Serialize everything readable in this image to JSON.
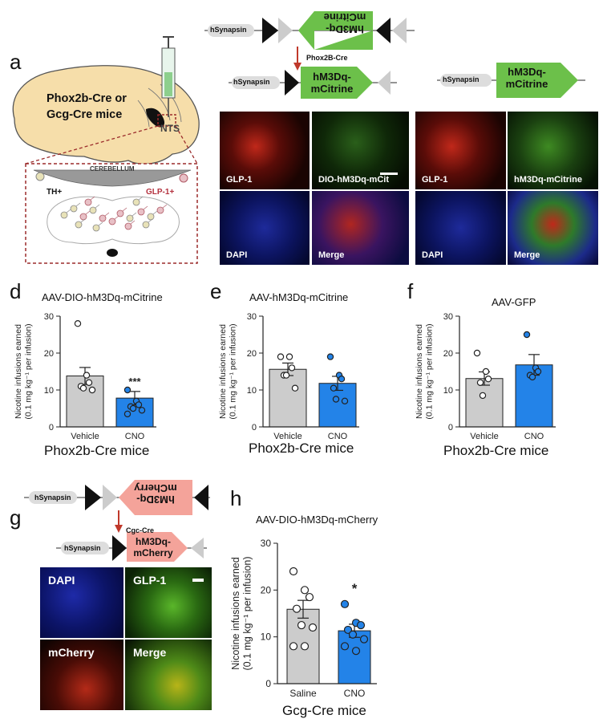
{
  "panels": {
    "a": "a",
    "d": "d",
    "e": "e",
    "f": "f",
    "g": "g",
    "h": "h"
  },
  "panel_a": {
    "mice_label_line1": "Phox2b-Cre or",
    "mice_label_line2": "Gcg-Cre mice",
    "nts_label": "NTS",
    "cerebellum_label": "CEREBELLUM",
    "th_label": "TH+",
    "glp_label": "GLP-1+"
  },
  "constructs": {
    "promoter": "hSynapsin",
    "dio_inverted_l1": "hM3Dq-",
    "dio_inverted_l2": "mCitrine",
    "recombinase_top": "Phox2B-Cre",
    "recombined_l1": "hM3Dq-",
    "recombined_l2": "mCitrine",
    "nondio_l1": "hM3Dq-",
    "nondio_l2": "mCitrine",
    "g_inverted_l1": "hM3Dq-",
    "g_inverted_l2": "mCherry",
    "recombinase_g": "Cgc-Cre",
    "g_recombined_l1": "hM3Dq-",
    "g_recombined_l2": "mCherry",
    "colors": {
      "mcitrine": "#6cc04a",
      "mcherry": "#f4a39a",
      "arrow": "#c0392b"
    }
  },
  "micrographs_left": {
    "glp1": "GLP-1",
    "dio": "DIO-hM3Dq-mCit",
    "dapi": "DAPI",
    "merge": "Merge"
  },
  "micrographs_right": {
    "glp1": "GLP-1",
    "hm3dq": "hM3Dq-mCitrine",
    "dapi": "DAPI",
    "merge": "Merge"
  },
  "micrographs_g": {
    "dapi": "DAPI",
    "glp1": "GLP-1",
    "mcherry": "mCherry",
    "merge": "Merge"
  },
  "chart_data": [
    {
      "panel": "d",
      "type": "bar",
      "title": "AAV-DIO-hM3Dq-mCitrine",
      "categories": [
        "Vehicle",
        "CNO"
      ],
      "values": [
        13.8,
        7.8
      ],
      "sem": [
        2.3,
        1.8
      ],
      "points": [
        [
          28,
          14,
          12,
          11,
          10.5,
          10
        ],
        [
          10,
          7,
          6,
          5.5,
          5,
          4.5,
          3.5
        ]
      ],
      "colors": [
        "#cccccc",
        "#2383e8"
      ],
      "significance": [
        "",
        "***"
      ],
      "ylabel_line1": "Nicotine infusions earned",
      "ylabel_line2": "(0.1 mg kg⁻¹ per infusion)",
      "ylim": [
        0,
        30
      ],
      "yticks": [
        0,
        10,
        20,
        30
      ],
      "xlabel": "Phox2b-Cre mice"
    },
    {
      "panel": "e",
      "type": "bar",
      "title": "AAV-hM3Dq-mCitrine",
      "categories": [
        "Vehicle",
        "CNO"
      ],
      "values": [
        15.6,
        11.8
      ],
      "sem": [
        1.7,
        1.9
      ],
      "points": [
        [
          19,
          19,
          16,
          14,
          14,
          10.5
        ],
        [
          19,
          14,
          13,
          10.5,
          7.5,
          7
        ]
      ],
      "colors": [
        "#cccccc",
        "#2383e8"
      ],
      "significance": [
        "",
        ""
      ],
      "ylabel_line1": "Nicotine infusions earned",
      "ylabel_line2": "(0.1 mg kg⁻¹ per infusion)",
      "ylim": [
        0,
        30
      ],
      "yticks": [
        0,
        10,
        20,
        30
      ],
      "xlabel": "Phox2b-Cre mice"
    },
    {
      "panel": "f",
      "type": "bar",
      "title": "AAV-GFP",
      "categories": [
        "Vehicle",
        "CNO"
      ],
      "values": [
        13.1,
        16.8
      ],
      "sem": [
        1.8,
        2.8
      ],
      "points": [
        [
          20,
          15,
          13,
          12,
          8.5
        ],
        [
          25,
          16,
          15,
          14,
          13.5
        ]
      ],
      "colors": [
        "#cccccc",
        "#2383e8"
      ],
      "significance": [
        "",
        ""
      ],
      "ylabel_line1": "Nicotine infusions earned",
      "ylabel_line2": "(0.1 mg kg⁻¹ per infusion)",
      "ylim": [
        0,
        30
      ],
      "yticks": [
        0,
        10,
        20,
        30
      ],
      "xlabel": "Phox2b-Cre mice"
    },
    {
      "panel": "h",
      "type": "bar",
      "title": "AAV-DIO-hM3Dq-mCherry",
      "categories": [
        "Saline",
        "CNO"
      ],
      "values": [
        15.9,
        11.3
      ],
      "sem": [
        1.9,
        1.4
      ],
      "points": [
        [
          24,
          20,
          18.5,
          16,
          12.5,
          12,
          8,
          8
        ],
        [
          17,
          13,
          12.5,
          11.5,
          10.5,
          9.5,
          8,
          7
        ]
      ],
      "colors": [
        "#cccccc",
        "#2383e8"
      ],
      "significance": [
        "",
        "*"
      ],
      "ylabel_line1": "Nicotine infusions earned",
      "ylabel_line2": "(0.1 mg kg⁻¹ per infusion)",
      "ylim": [
        0,
        30
      ],
      "yticks": [
        0,
        10,
        20,
        30
      ],
      "xlabel": "Gcg-Cre mice"
    }
  ]
}
